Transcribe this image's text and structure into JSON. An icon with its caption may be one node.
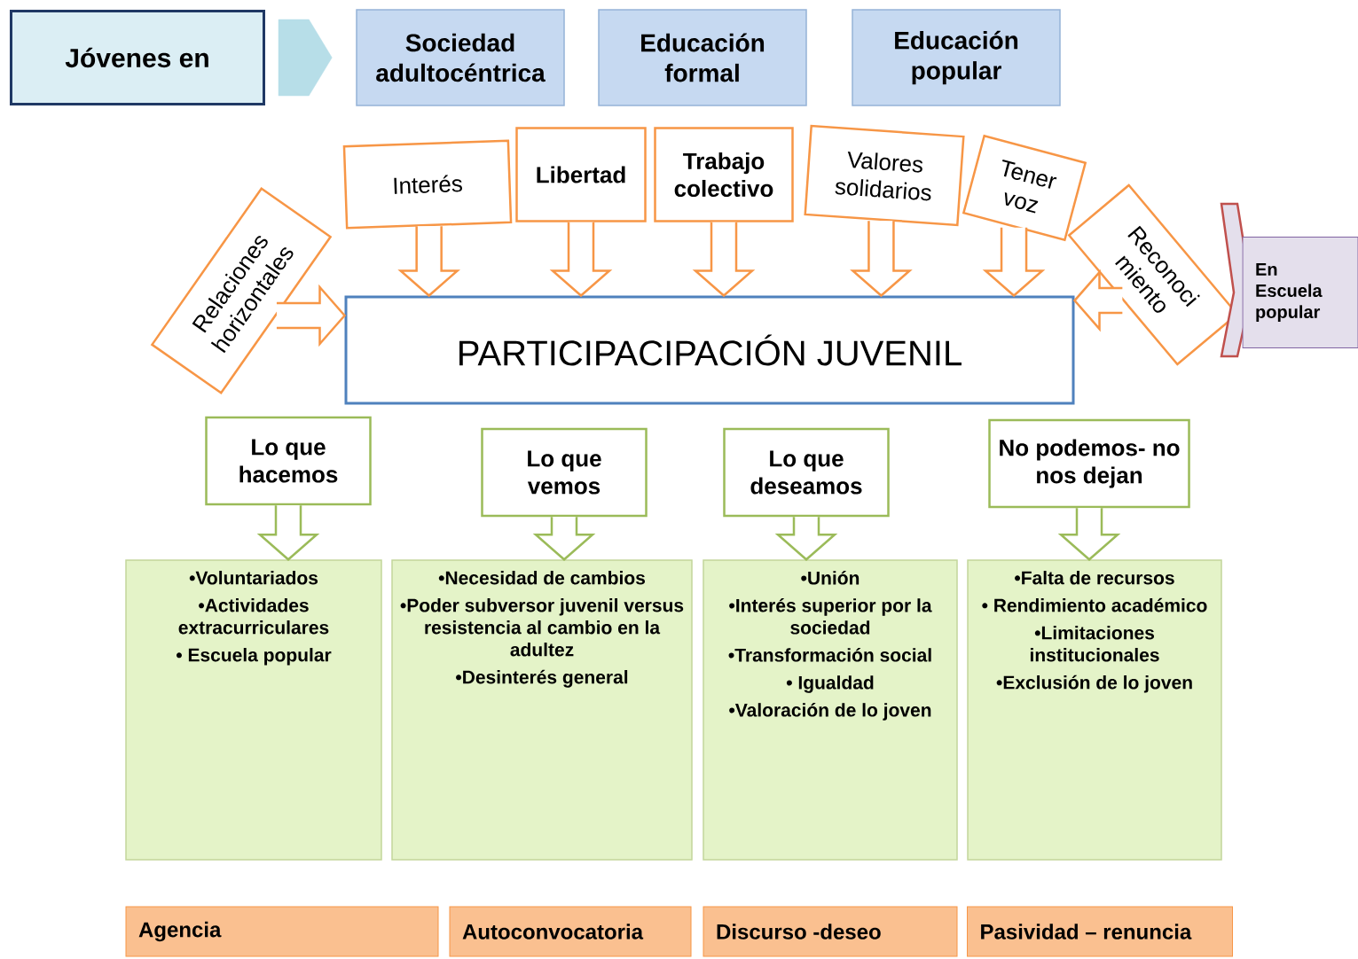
{
  "diagram": {
    "nodes": [
      {
        "text": [
          "Jóvenes en"
        ]
      },
      {
        "text": [
          "Sociedad adultocéntrica"
        ]
      },
      {
        "text": [
          "Educación formal"
        ]
      },
      {
        "text": [
          "Educación popular"
        ]
      },
      {
        "text": [
          "Relaciones horizontales"
        ]
      },
      {
        "text": [
          "Interés"
        ]
      },
      {
        "text": [
          "Libertad"
        ]
      },
      {
        "text": [
          "Trabajo colectivo"
        ]
      },
      {
        "text": [
          "Valores solidarios"
        ]
      },
      {
        "text": [
          "Tener voz"
        ]
      },
      {
        "text": [
          "Reconoci miento"
        ]
      },
      {
        "text": [
          "PARTICIPACIPACIÓN JUVENIL"
        ]
      },
      {
        "text": [
          "En Escuela popular"
        ]
      },
      {
        "text": [
          "Lo que hacemos"
        ]
      },
      {
        "text": [
          "Lo que vemos"
        ]
      },
      {
        "text": [
          "Lo que deseamos"
        ]
      },
      {
        "text": [
          "No podemos- no nos dejan"
        ]
      },
      {
        "text": [
          "•Voluntariados",
          "•Actividades extracurriculares",
          "• Escuela popular"
        ]
      },
      {
        "text": [
          "•Necesidad de cambios",
          "•Poder subversor juvenil versus resistencia al cambio en la adultez",
          "•Desinterés general"
        ]
      },
      {
        "text": [
          "•Unión",
          "•Interés superior por la sociedad",
          "•Transformación social",
          "• Igualdad",
          "•Valoración de lo joven"
        ]
      },
      {
        "text": [
          "•Falta de recursos",
          "• Rendimiento académico",
          "•Limitaciones institucionales",
          "•Exclusión de lo joven"
        ]
      },
      {
        "text": [
          "Agencia"
        ]
      },
      {
        "text": [
          "Autoconvocatoria"
        ]
      },
      {
        "text": [
          "Discurso -deseo"
        ]
      },
      {
        "text": [
          "Pasividad – renuncia"
        ]
      }
    ],
    "edges": [
      {
        "from": 0,
        "to": 1,
        "arrow": "to",
        "color": "#b7dee8"
      },
      {
        "from": 4,
        "to": 11,
        "arrow": "to"
      },
      {
        "from": 5,
        "to": 11,
        "arrow": "to"
      },
      {
        "from": 6,
        "to": 11,
        "arrow": "to"
      },
      {
        "from": 7,
        "to": 11,
        "arrow": "to"
      },
      {
        "from": 8,
        "to": 11,
        "arrow": "to"
      },
      {
        "from": 9,
        "to": 11,
        "arrow": "to"
      },
      {
        "from": 10,
        "to": 11,
        "arrow": "to"
      },
      {
        "from": 13,
        "to": 17,
        "arrow": "to",
        "color": "#9bbb59"
      },
      {
        "from": 14,
        "to": 18,
        "arrow": "to",
        "color": "#9bbb59"
      },
      {
        "from": 15,
        "to": 19,
        "arrow": "to",
        "color": "#9bbb59"
      },
      {
        "from": 16,
        "to": 20,
        "arrow": "to",
        "color": "#9bbb59"
      }
    ]
  }
}
